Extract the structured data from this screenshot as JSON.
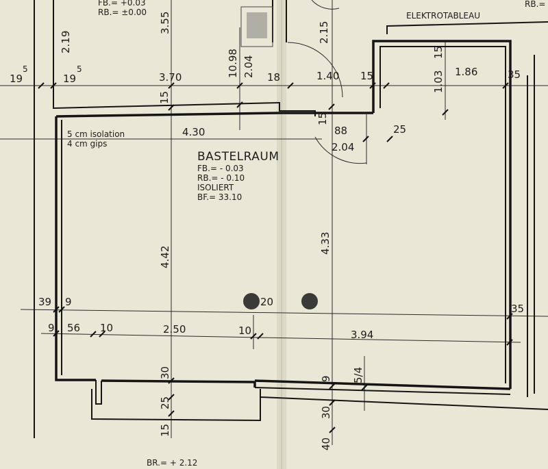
{
  "room": {
    "name": "BASTELRAUM",
    "fb": "FB.= - 0.03",
    "rb": "RB.= - 0.10",
    "isoliert": "ISOLIERT",
    "bf": "BF.= 33.10"
  },
  "top_room": {
    "fb": "FB.= +0.03",
    "rb": "RB.= ±0.00"
  },
  "right_room": {
    "rb": "RB.="
  },
  "elektrotableau": "ELEKTROTABLEAU",
  "wall_notes": {
    "isolation": "5 cm  isolation",
    "gips": "4 cm  gips"
  },
  "bottom_note": {
    "br": "BR.= + 2.12"
  },
  "dimensions": {
    "d19_left": "19",
    "d5_left": "5",
    "d19_mid": "19",
    "d5_mid": "5",
    "d3_70": "3.70",
    "d10_98": "10.98",
    "d2_04_v": "2.04",
    "d18": "18",
    "d1_40": "1.40",
    "d15_a": "15",
    "d1_03": "1.03",
    "d15_b": "15",
    "d1_86": "1.86",
    "d35_top": "35",
    "d2_19": "2.19",
    "d3_55": "3.55",
    "d2_15": "2.15",
    "d15_c": "15",
    "d4_30": "4.30",
    "d15_d": "15",
    "d88": "88",
    "d25": "25",
    "d2_04_door": "2.04",
    "d4_42": "4.42",
    "d4_33": "4.33",
    "d39": "39",
    "d9_a": "9",
    "d20": "20",
    "d35_mid": "35",
    "d9_b": "9",
    "d56": "56",
    "d10_a": "10",
    "d2_50": "2.50",
    "d10_b": "10",
    "d3_94": "3.94",
    "d30_a": "30",
    "d25_b": "25",
    "d15_e": "15",
    "d9_c": "9",
    "d5_4": "5/4",
    "d30_b": "30",
    "d40": "40"
  },
  "colors": {
    "paper": "#e9e7d6",
    "ink": "#151515"
  }
}
